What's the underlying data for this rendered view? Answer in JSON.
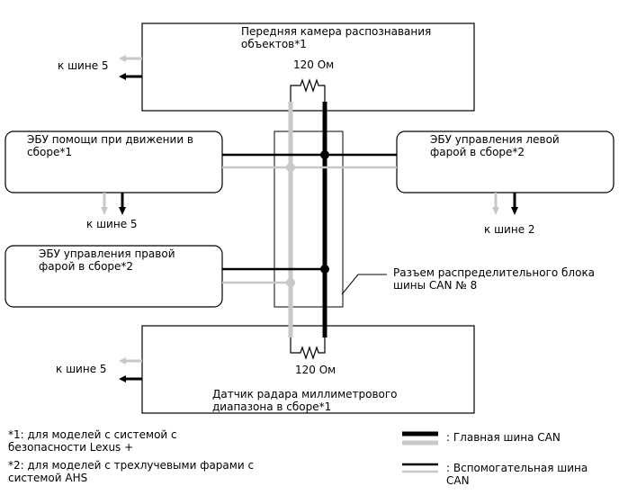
{
  "front_camera": {
    "line1": "Передняя камера распознавания",
    "line2": "объектов*1",
    "to_bus": "к шине 5"
  },
  "resistor_top": "120 Ом",
  "drive_assist_ecu": {
    "line1": "ЭБУ помощи при движении в",
    "line2": "сборе*1",
    "to_bus": "к шине 5"
  },
  "left_headlamp_ecu": {
    "line1": "ЭБУ управления левой",
    "line2": "фарой в сборе*2",
    "to_bus": "к шине 2"
  },
  "right_headlamp_ecu": {
    "line1": "ЭБУ управления правой",
    "line2": "фарой в сборе*2"
  },
  "junction_connector": {
    "line1": "Разъем распределительного блока",
    "line2": "шины CAN № 8"
  },
  "radar_sensor": {
    "line1": "Датчик радара миллиметрового",
    "line2": "диапазона в сборе*1",
    "to_bus": "к шине 5"
  },
  "resistor_bottom": "120 Ом",
  "notes": {
    "note1_line1": "*1: для моделей с системой с",
    "note1_line2": "безопасности Lexus +",
    "note2_line1": "*2: для моделей с трехлучевыми фарами с",
    "note2_line2": "системой AHS"
  },
  "legend": {
    "main_bus": ": Главная шина CAN",
    "sub_bus_line1": ": Вспомогательная шина",
    "sub_bus_line2": "CAN"
  },
  "colors": {
    "can_high": "#000000",
    "can_low": "#c8c8c8"
  }
}
